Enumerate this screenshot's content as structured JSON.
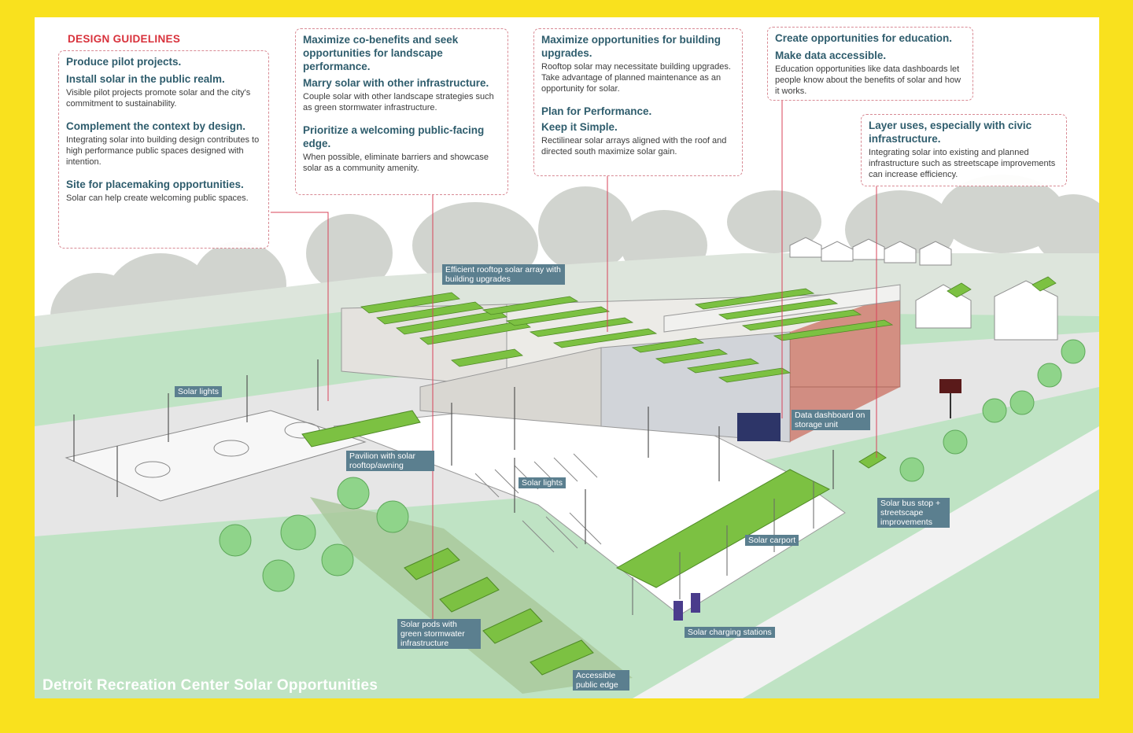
{
  "header": {
    "section_title": "DESIGN GUIDELINES"
  },
  "guidelines": {
    "box1": {
      "h1": "Produce pilot projects.",
      "h2": "Install solar in the public realm.",
      "p1": "Visible pilot projects promote solar and the city's commitment to sustainability.",
      "h3": "Complement the context by design.",
      "p2": "Integrating solar into building design contributes to high performance public spaces designed with intention.",
      "h4": "Site for placemaking opportunities.",
      "p3": "Solar can help create welcoming public spaces."
    },
    "box2": {
      "h1": "Maximize co-benefits and seek opportunities for landscape performance.",
      "h2": "Marry solar with other infrastructure.",
      "p1": "Couple solar with other landscape strategies such as green stormwater infrastructure.",
      "h3": "Prioritize a welcoming public-facing edge.",
      "p2": "When possible, eliminate barriers and showcase solar as a community amenity."
    },
    "box3": {
      "h1": "Maximize opportunities for building upgrades.",
      "p1": "Rooftop solar may necessitate building upgrades. Take advantage of planned maintenance as an opportunity for solar.",
      "h2": "Plan for Performance.",
      "h3": "Keep it Simple.",
      "p2": "Rectilinear solar arrays aligned with the roof and directed south maximize solar gain."
    },
    "box4": {
      "h1": "Create opportunities for education.",
      "h2": "Make data accessible.",
      "p1": "Education opportunities like data dashboards let people know about the benefits of solar and how it works."
    },
    "box5": {
      "h1": "Layer uses, especially with civic infrastructure.",
      "p1": "Integrating solar into existing and planned infrastructure such as streetscape improvements can increase efficiency."
    }
  },
  "labels": {
    "rooftop": "Efficient rooftop solar array with building upgrades",
    "solar_lights_1": "Solar lights",
    "pavilion": "Pavilion with solar rooftop/awning",
    "solar_lights_2": "Solar lights",
    "dashboard": "Data dashboard on storage unit",
    "bus_stop": "Solar bus stop + streetscape improvements",
    "carport": "Solar carport",
    "pods": "Solar pods with green stormwater infrastructure",
    "charging": "Solar charging stations",
    "accessible": "Accessible public edge"
  },
  "footer": {
    "title": "Detroit Recreation Center Solar Opportunities"
  },
  "colors": {
    "frame": "#f9e11e",
    "accent_red": "#d8313b",
    "heading_teal": "#2f5d6d",
    "label_bg": "#5b7f8f",
    "solar_green": "#7cc142",
    "lawn_green": "#bfe3c4"
  }
}
